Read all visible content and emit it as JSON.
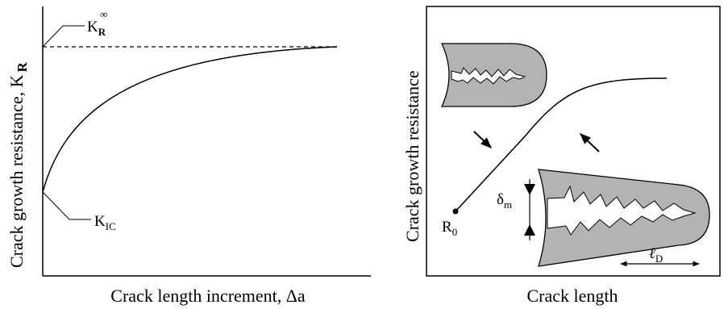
{
  "left_panel": {
    "y_axis_label": "Crack growth resistance, K",
    "y_axis_label_sub": "R",
    "x_axis_label": "Crack length increment, Δa",
    "plateau_label": "K",
    "plateau_label_sub": "R",
    "plateau_label_sup": "∞",
    "initial_label": "K",
    "initial_label_sub": "IC"
  },
  "right_panel": {
    "y_axis_label": "Crack growth resistance",
    "x_axis_label": "Crack length",
    "start_label": "R",
    "start_label_sub": "0",
    "opening_label": "δ",
    "opening_label_sub": "m",
    "zone_length_label": "ℓ",
    "zone_length_label_sub": "D"
  },
  "colors": {
    "specimen_fill": "#b3b3b3",
    "line": "#000000",
    "background": "#ffffff"
  }
}
